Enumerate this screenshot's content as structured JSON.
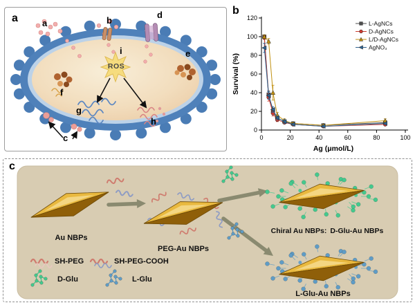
{
  "panels": {
    "a": {
      "label": "a",
      "sites": [
        "a",
        "b",
        "c",
        "d",
        "e",
        "f",
        "g",
        "h",
        "i"
      ],
      "ros": "ROS"
    },
    "b": {
      "label": "b"
    },
    "c": {
      "label": "c",
      "au_nbps": "Au NBPs",
      "peg_au_nbps": "PEG-Au NBPs",
      "chiral_prefix": "Chiral Au NBPs:",
      "d_glu_au_nbps": "D-Glu-Au NBPs",
      "l_glu_au_nbps": "L-Glu-Au NBPs",
      "legend": {
        "sh_peg": "SH-PEG",
        "sh_peg_cooh": "SH-PEG-COOH",
        "d_glu": "D-Glu",
        "l_glu": "L-Glu"
      },
      "colors": {
        "gold_light": "#e9b93f",
        "gold_dark": "#8f5f09",
        "gold_edge": "#6e4a06",
        "highlight": "#f7e09a",
        "peg_red": "#cf7b6e",
        "peg_blue": "#8e9cc4",
        "d_glu": "#44c98e",
        "l_glu": "#5f9cc6",
        "arrow": "#8a8a70",
        "panel_bg": "#d8ccb2"
      }
    }
  },
  "chart_data": {
    "type": "line",
    "title": "",
    "xlabel": "Ag (μmol/L)",
    "ylabel": "Survival (%)",
    "xlim": [
      0,
      100
    ],
    "ylim": [
      0,
      120
    ],
    "xticks": [
      0,
      20,
      40,
      60,
      80,
      100
    ],
    "yticks": [
      0,
      20,
      40,
      60,
      80,
      100,
      120
    ],
    "grid": false,
    "legend_position": "top-right",
    "x": [
      2,
      5,
      8,
      11,
      16,
      22,
      43,
      86
    ],
    "series": [
      {
        "name": "L-AgNCs",
        "color": "#4d4d4d",
        "marker": "square",
        "values": [
          100,
          38,
          20,
          13,
          9,
          7,
          5,
          8
        ],
        "errors": [
          2,
          4,
          3,
          2,
          2,
          1,
          1,
          2
        ]
      },
      {
        "name": "D-AgNCs",
        "color": "#cc3a2f",
        "marker": "circle",
        "values": [
          99,
          35,
          18,
          11,
          8,
          6,
          4,
          6
        ],
        "errors": [
          2,
          4,
          3,
          2,
          1,
          1,
          1,
          1
        ]
      },
      {
        "name": "L/D-AgNCs",
        "color": "#c09010",
        "marker": "triangle-up",
        "values": [
          100,
          95,
          40,
          16,
          10,
          7,
          5,
          10
        ],
        "errors": [
          2,
          3,
          8,
          3,
          2,
          1,
          1,
          2
        ]
      },
      {
        "name": "AgNO₃",
        "color": "#2f6390",
        "marker": "triangle-left",
        "values": [
          88,
          37,
          22,
          13,
          9,
          6,
          4,
          7
        ],
        "errors": [
          5,
          4,
          3,
          2,
          2,
          1,
          1,
          1
        ]
      }
    ]
  }
}
